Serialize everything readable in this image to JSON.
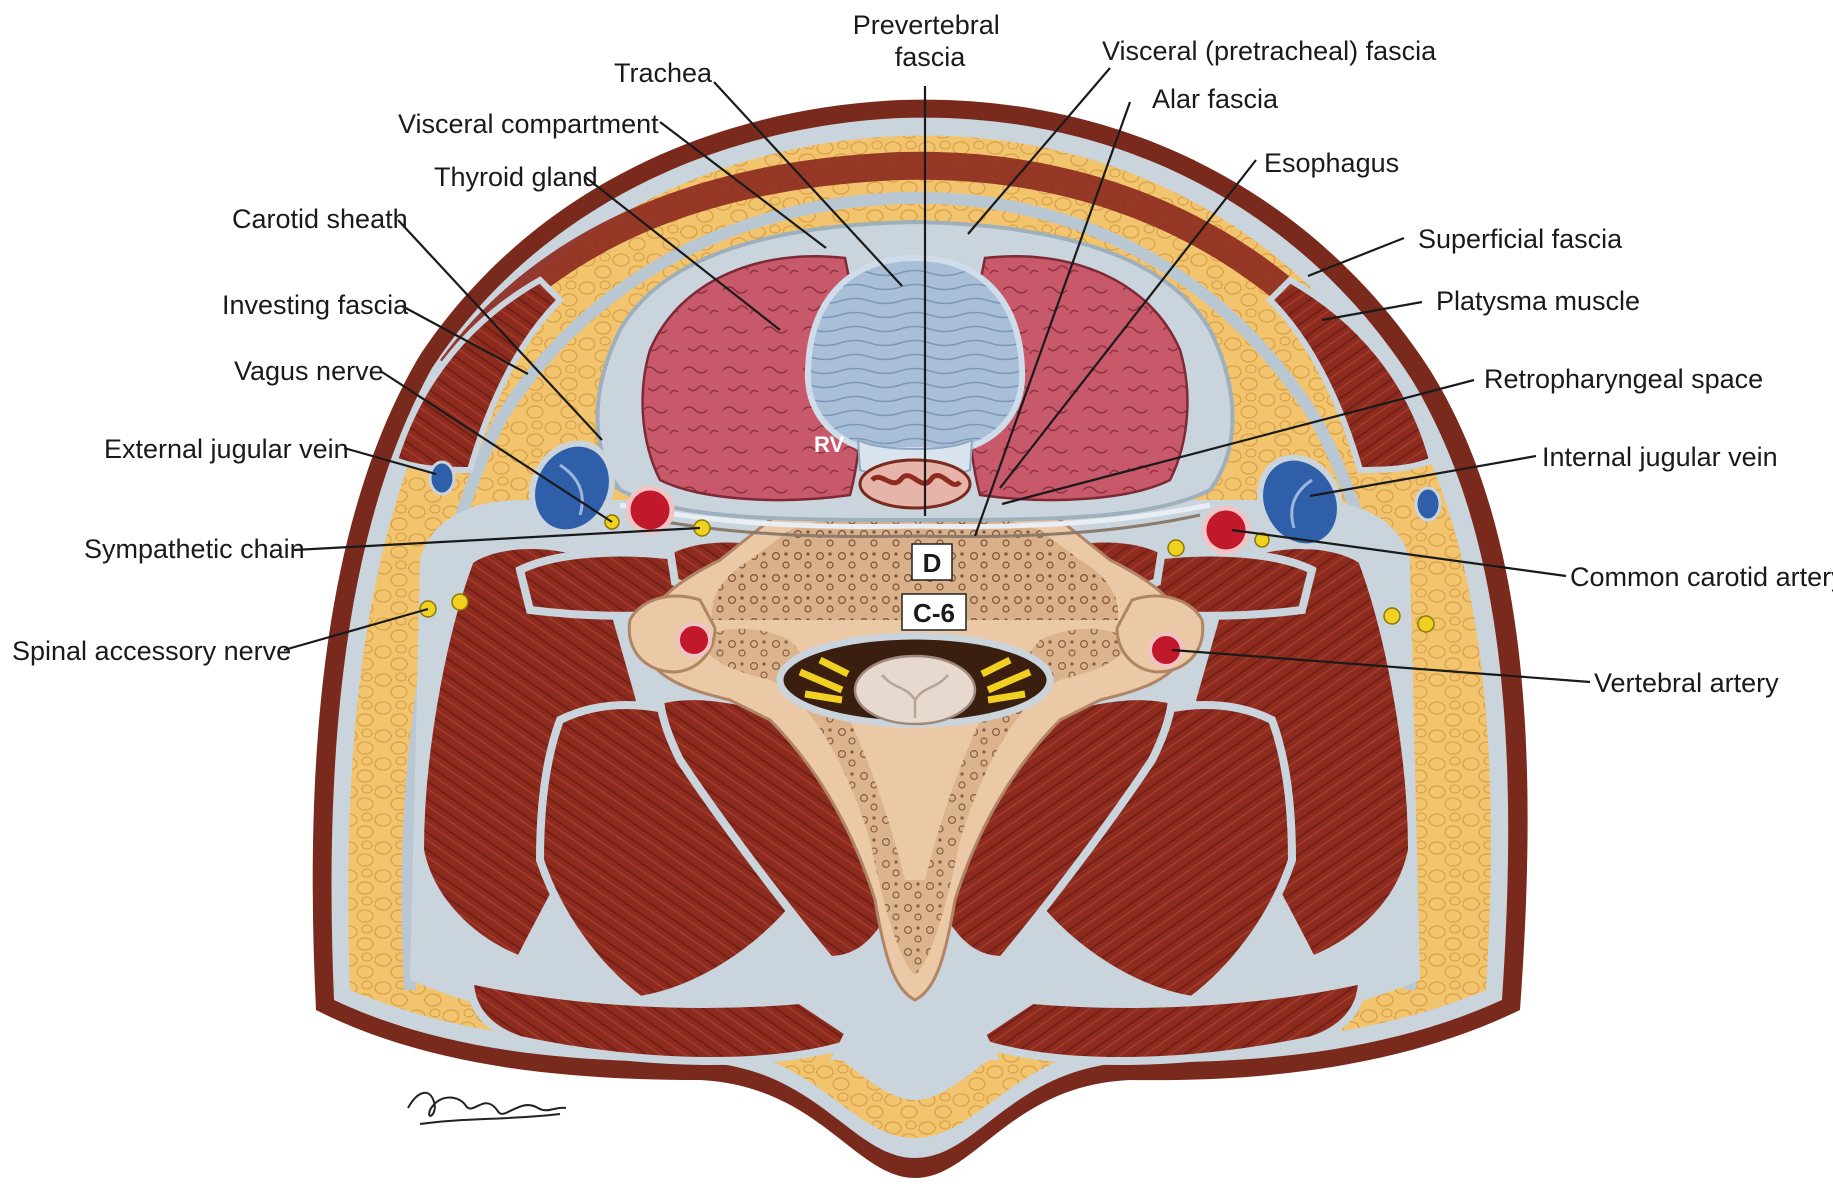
{
  "labels": {
    "prevertebral_fascia": [
      "Prevertebral",
      "fascia"
    ],
    "visceral_pretracheal_fascia": [
      "Visceral (pretracheal) fascia"
    ],
    "trachea": [
      "Trachea"
    ],
    "alar_fascia": [
      "Alar fascia"
    ],
    "visceral_compartment": [
      "Visceral compartment"
    ],
    "esophagus": [
      "Esophagus"
    ],
    "thyroid_gland": [
      "Thyroid gland"
    ],
    "carotid_sheath": [
      "Carotid sheath"
    ],
    "superficial_fascia": [
      "Superficial fascia"
    ],
    "investing_fascia": [
      "Investing fascia"
    ],
    "platysma_muscle": [
      "Platysma muscle"
    ],
    "vagus_nerve": [
      "Vagus nerve"
    ],
    "retropharyngeal_space": [
      "Retropharyngeal space"
    ],
    "external_jugular_vein": [
      "External jugular vein"
    ],
    "internal_jugular_vein": [
      "Internal jugular vein"
    ],
    "sympathetic_chain": [
      "Sympathetic chain"
    ],
    "common_carotid_artery": [
      "Common carotid artery"
    ],
    "spinal_accessory_nerve": [
      "Spinal accessory nerve"
    ],
    "vertebral_artery": [
      "Vertebral artery"
    ]
  },
  "in_figure_markers": {
    "rv": "RV",
    "d": "D",
    "c6": "C-6"
  },
  "colors": {
    "skin": "#7a2a1c",
    "fat": "#f2c46e",
    "fascia": "#c9d4dd",
    "muscle": "#8e2b1f",
    "thyroid": "#c8596a",
    "trachea": "#a9bfd8",
    "vertebra": "#ecc9a6",
    "cord": "#e8d9cf",
    "vein": "#2f5fa8",
    "artery": "#c2182b",
    "nerve": "#f0d020"
  }
}
